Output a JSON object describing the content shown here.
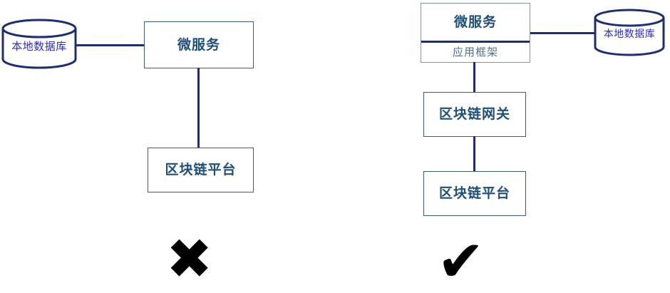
{
  "diagram": {
    "title_present": false,
    "colors": {
      "box_border": "#3c5a7a",
      "split_box_border": "#7f95ab",
      "connector": "#1f2f6e",
      "box_text": "#1f4e79",
      "sub_text": "#53708e",
      "db_outline": "#1f2f6e",
      "db_text": "#2b2bc4",
      "mark": "#000000",
      "background": "#ffffff"
    },
    "left_panel": {
      "name": "anti-pattern-architecture",
      "verdict_symbol": "✖",
      "nodes": {
        "database": "本地数据库",
        "microservice": "微服务",
        "blockchain_platform": "区块链平台"
      }
    },
    "right_panel": {
      "name": "recommended-architecture",
      "verdict_symbol": "✔",
      "nodes": {
        "microservice": "微服务",
        "application_framework": "应用框架",
        "database": "本地数据库",
        "blockchain_gateway": "区块链网关",
        "blockchain_platform": "区块链平台"
      }
    }
  }
}
